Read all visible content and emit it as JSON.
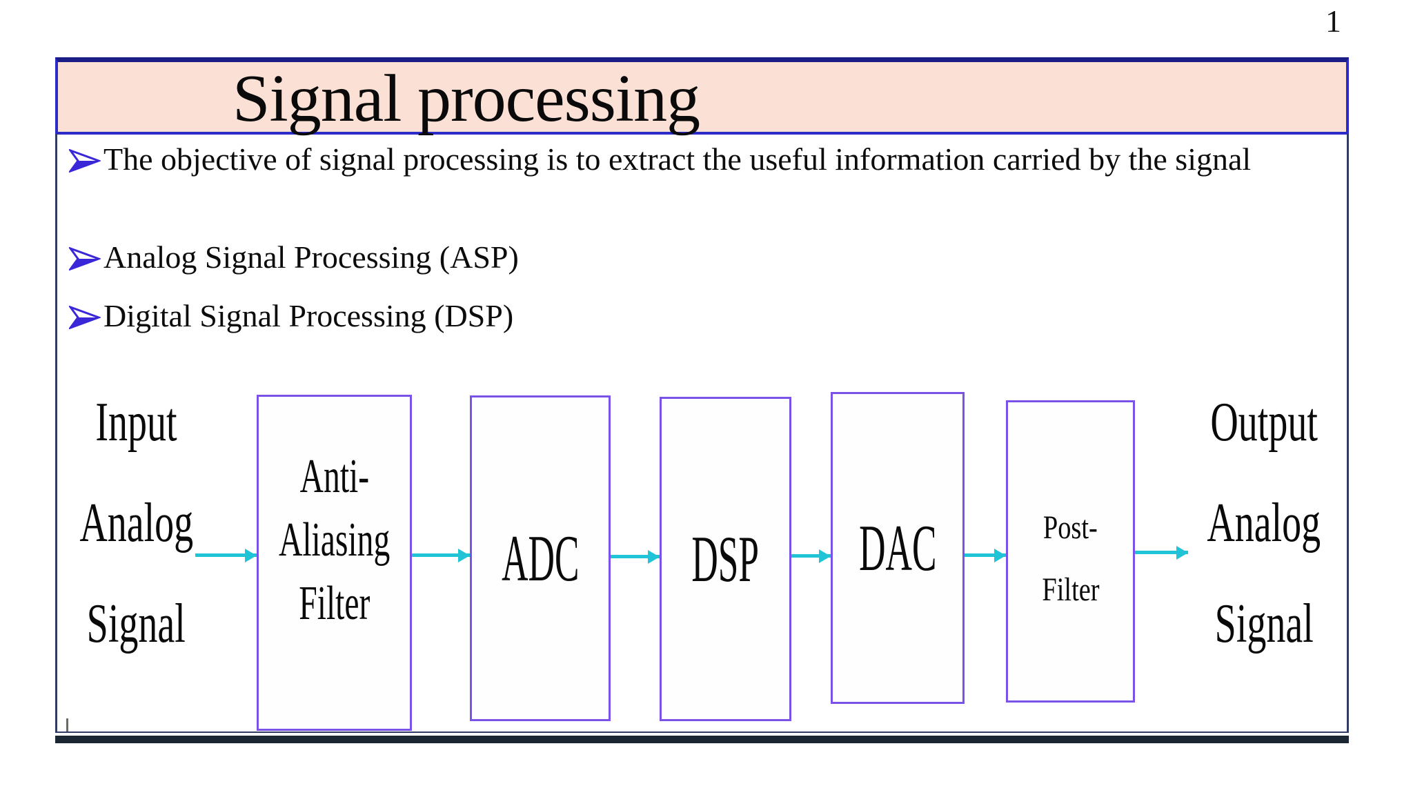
{
  "page_number": "1",
  "title": "Signal processing",
  "bullets": {
    "b1": "The objective of signal processing is to extract the useful information carried by the signal",
    "b2": "Analog Signal Processing (ASP)",
    "b3": "Digital Signal Processing (DSP)"
  },
  "diagram": {
    "input_label": {
      "line1": "Input",
      "line2": "Analog",
      "line3": "Signal"
    },
    "output_label": {
      "line1": "Output",
      "line2": "Analog",
      "line3": "Signal"
    },
    "blocks": {
      "anti_aliasing": {
        "line1": "Anti-",
        "line2": "Aliasing",
        "line3": "Filter"
      },
      "adc": "ADC",
      "dsp": "DSP",
      "dac": "DAC",
      "post_filter": {
        "line1": "Post-",
        "line2": "Filter"
      }
    }
  },
  "colors": {
    "title_bg": "#fbe0d5",
    "title_border": "#2b2bc8",
    "title_border_top": "#1c1c86",
    "frame_border": "#323c62",
    "box_border": "#7b52e8",
    "arrow": "#21c3d6",
    "bullet_marker": "#3a27d8",
    "bottom_bar": "#1d2733",
    "text": "#0b0b0b"
  }
}
